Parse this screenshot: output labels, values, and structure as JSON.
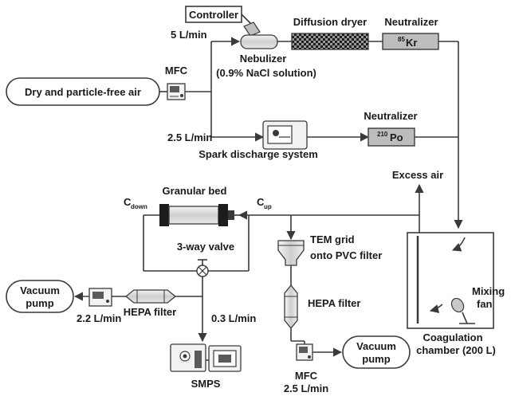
{
  "labels": {
    "controller": "Controller",
    "flow_5": "5 L/min",
    "nebulizer": "Nebulizer",
    "nacl": "(0.9% NaCl solution)",
    "diffusion_dryer": "Diffusion dryer",
    "neutralizer_top": "Neutralizer",
    "kr_sup": "85",
    "kr": "Kr",
    "mfc_top": "MFC",
    "dry_air": "Dry and particle-free air",
    "flow_25_top": "2.5 L/min",
    "spark": "Spark discharge system",
    "neutralizer_mid": "Neutralizer",
    "po_sup": "210",
    "po": "Po",
    "excess_air": "Excess air",
    "granular_bed": "Granular bed",
    "c_down": "C",
    "c_down_sub": "down",
    "c_up": "C",
    "c_up_sub": "up",
    "valve": "3-way valve",
    "tem1": "TEM grid",
    "tem2": "onto PVC filter",
    "vacuum_left1": "Vacuum",
    "vacuum_left2": "pump",
    "hepa_left": "HEPA filter",
    "flow_22": "2.2 L/min",
    "flow_03": "0.3 L/min",
    "hepa_mid": "HEPA filter",
    "mixing1": "Mixing",
    "mixing2": "fan",
    "coag1": "Coagulation",
    "coag2": "chamber (200 L)",
    "smps": "SMPS",
    "mfc_bottom": "MFC",
    "flow_25_bottom": "2.5 L/min",
    "vacuum_bottom1": "Vacuum",
    "vacuum_bottom2": "pump"
  }
}
